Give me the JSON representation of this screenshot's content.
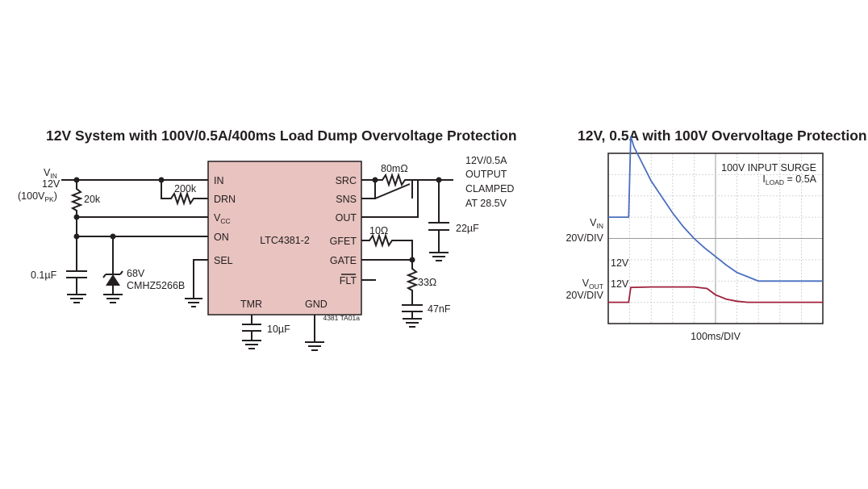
{
  "schematic": {
    "title": "12V System with 100V/0.5A/400ms Load Dump Overvoltage Protection",
    "chip_name": "LTC4381-2",
    "pins": {
      "in": "IN",
      "drn": "DRN",
      "vcc_main": "V",
      "vcc_sub": "CC",
      "on": "ON",
      "sel": "SEL",
      "tmr": "TMR",
      "gnd": "GND",
      "src": "SRC",
      "sns": "SNS",
      "out": "OUT",
      "gfet": "GFET",
      "gate": "GATE",
      "flt": "FLT"
    },
    "input": {
      "vin_main": "V",
      "vin_sub": "IN",
      "voltage": "12V",
      "peak_open": "(100V",
      "peak_sub": "PK",
      "peak_close": ")"
    },
    "components": {
      "r_in": "20k",
      "r_drn": "200k",
      "c_in": "0.1µF",
      "zener_v": "68V",
      "zener_part": "CMHZ5266B",
      "c_tmr": "10µF",
      "r_sense": "80mΩ",
      "c_out": "22µF",
      "r_gfet": "10Ω",
      "r_gate": "33Ω",
      "c_gate": "47nF"
    },
    "output_lines": [
      "12V/0.5A",
      "OUTPUT",
      "CLAMPED",
      "AT 28.5V"
    ],
    "figure_id": "4381 TA01a"
  },
  "scope": {
    "title": "12V, 0.5A with 100V Overvoltage Protection",
    "annotation_line1": "100V INPUT SURGE",
    "annotation_i": "I",
    "annotation_load": "LOAD",
    "annotation_value": " = 0.5A",
    "vin_main": "V",
    "vin_sub": "IN",
    "vin_div": "20V/DIV",
    "vout_main": "V",
    "vout_sub": "OUT",
    "vout_div": "20V/DIV",
    "vin_level": "12V",
    "vout_level": "12V",
    "xlabel": "100ms/DIV"
  },
  "chart_data": {
    "type": "line",
    "title": "12V, 0.5A with 100V Overvoltage Protection",
    "xlabel": "100ms/DIV",
    "x_divisions": 10,
    "y_divisions": 8,
    "series": [
      {
        "name": "VIN",
        "x_div": [
          0,
          0.95,
          1.05,
          1.2,
          1.5,
          2.0,
          2.5,
          3.0,
          3.5,
          4.0,
          4.5,
          5.0,
          5.5,
          6.0,
          6.5,
          7.0,
          10.0
        ],
        "y_div": [
          5.0,
          5.0,
          8.8,
          8.3,
          7.7,
          6.7,
          5.95,
          5.2,
          4.55,
          4.0,
          3.55,
          3.15,
          2.75,
          2.4,
          2.2,
          2.0,
          2.0
        ]
      },
      {
        "name": "VOUT",
        "x_div": [
          0,
          0.95,
          1.05,
          2.0,
          3.0,
          4.0,
          4.6,
          5.0,
          5.5,
          6.0,
          6.5,
          7.0,
          10.0
        ],
        "y_div": [
          1.0,
          1.0,
          1.7,
          1.72,
          1.72,
          1.72,
          1.65,
          1.35,
          1.15,
          1.05,
          1.0,
          1.0,
          1.0
        ]
      }
    ]
  },
  "colors": {
    "chip_fill": "#e8c3bf",
    "vin_trace": "#4a6fbf",
    "vout_trace": "#a0213c"
  }
}
